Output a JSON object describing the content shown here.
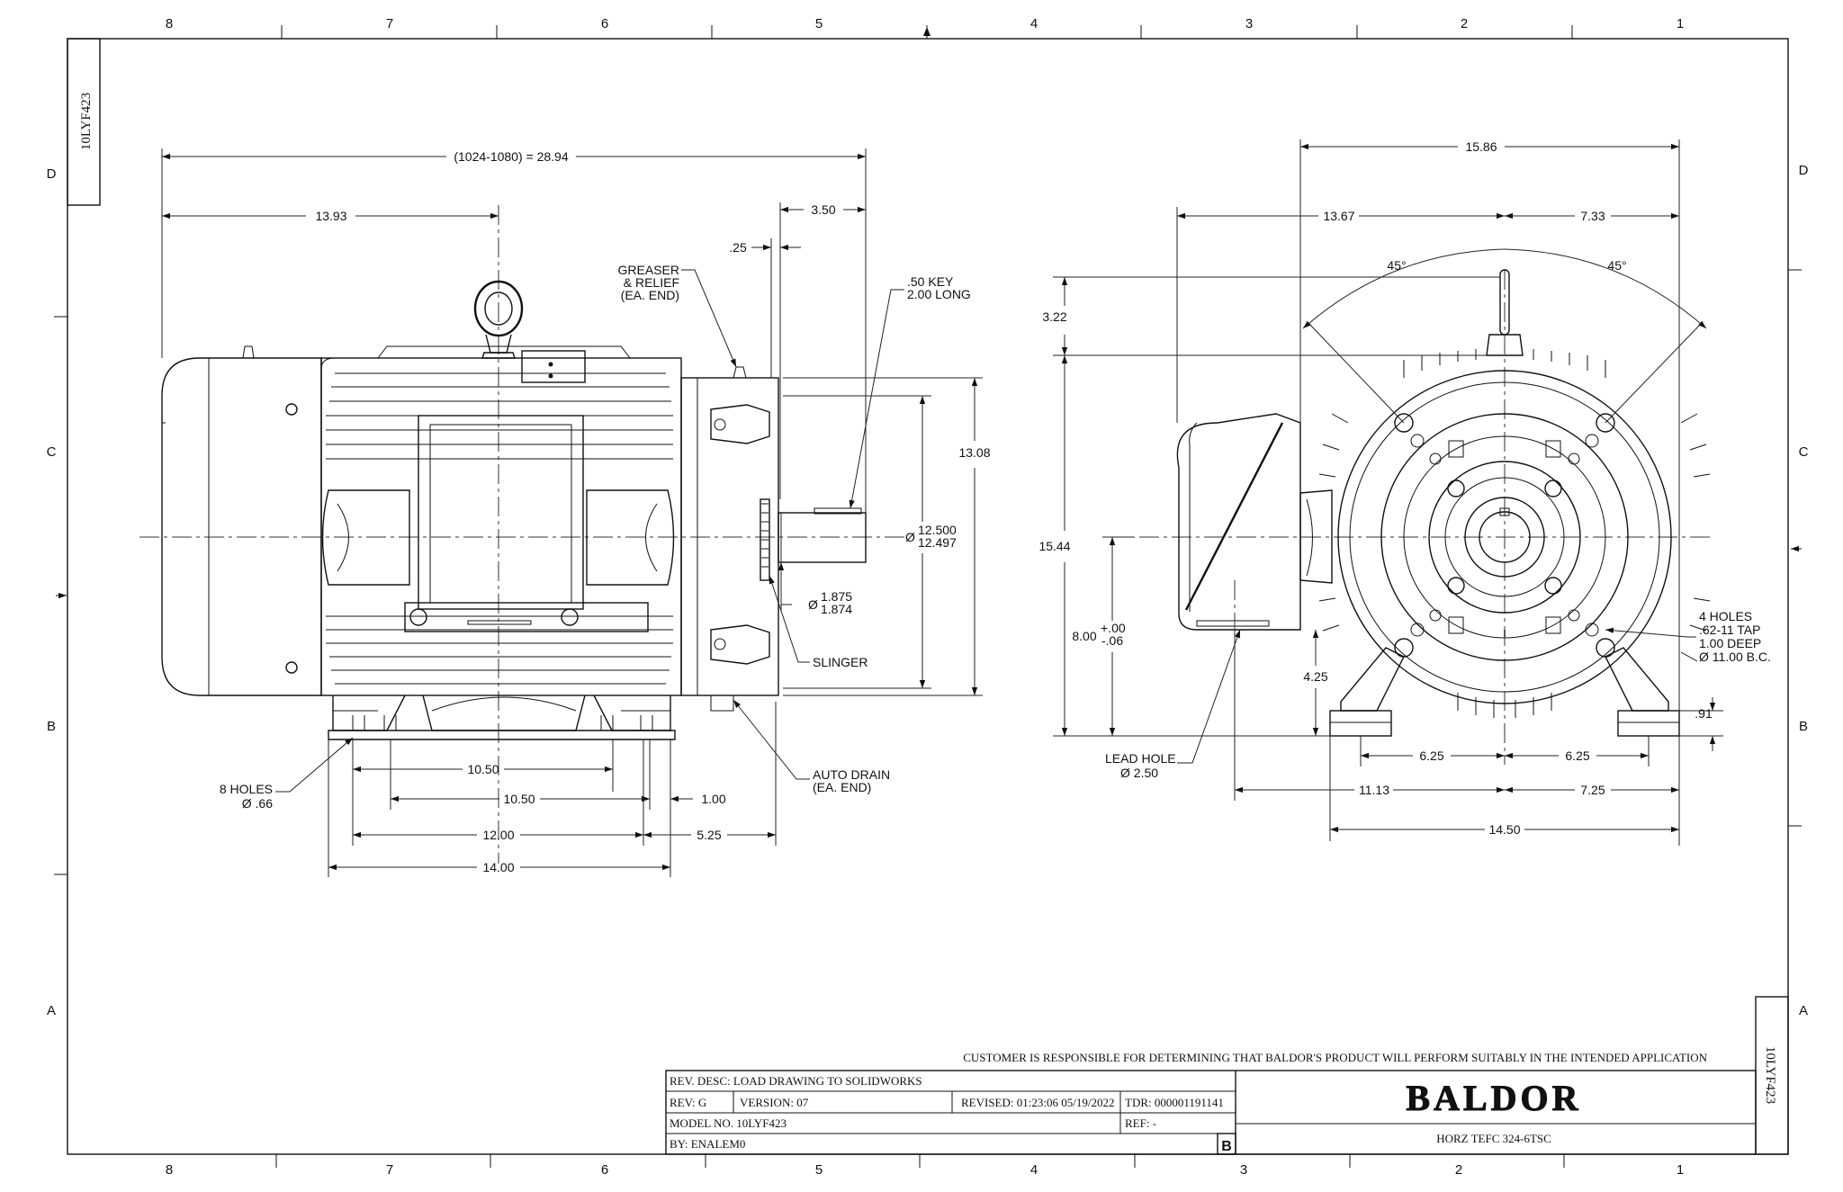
{
  "drawing_number": "10LYF423",
  "zones": {
    "columns_top": [
      "8",
      "7",
      "6",
      "5",
      "4",
      "3",
      "2",
      "1"
    ],
    "columns_bottom": [
      "8",
      "7",
      "6",
      "5",
      "4",
      "3",
      "2",
      "1"
    ],
    "rows": [
      "D",
      "C",
      "B",
      "A"
    ]
  },
  "side_view": {
    "overall_length": "(1024-1080) = 28.94",
    "dim_13_93": "13.93",
    "dim_3_50": "3.50",
    "dim_0_25": ".25",
    "dim_13_08": "13.08",
    "pilot_dia_upper": "12.500",
    "pilot_dia_lower": "12.497",
    "shaft_dia_upper": "1.875",
    "shaft_dia_lower": "1.874",
    "dim_10_50_a": "10.50",
    "dim_10_50_b": "10.50",
    "dim_1_00": "1.00",
    "dim_12_00": "12.00",
    "dim_5_25": "5.25",
    "dim_14_00": "14.00",
    "greaser_label": [
      "GREASER",
      "& RELIEF",
      "(EA. END)"
    ],
    "key_label": [
      ".50 KEY",
      "2.00 LONG"
    ],
    "slinger_label": "SLINGER",
    "auto_drain_label": [
      "AUTO DRAIN",
      "(EA. END)"
    ],
    "holes_label": [
      "8 HOLES",
      "Ø .66"
    ]
  },
  "end_view": {
    "dim_15_86": "15.86",
    "dim_13_67": "13.67",
    "dim_7_33": "7.33",
    "angle_left": "45°",
    "angle_right": "45°",
    "dim_3_22": "3.22",
    "dim_15_44": "15.44",
    "dim_8_00": "8.00",
    "tol_plus": "+.00",
    "tol_minus": "-.06",
    "dim_4_25": "4.25",
    "dim_0_91": ".91",
    "dim_6_25_a": "6.25",
    "dim_6_25_b": "6.25",
    "dim_11_13": "11.13",
    "dim_7_25": "7.25",
    "dim_14_50": "14.50",
    "lead_hole_label": [
      "LEAD HOLE",
      "Ø 2.50"
    ],
    "tap_holes_label": [
      "4 HOLES",
      ".62-11 TAP",
      "1.00 DEEP",
      "Ø 11.00 B.C."
    ]
  },
  "title_block": {
    "disclaimer": "CUSTOMER IS RESPONSIBLE FOR DETERMINING THAT BALDOR'S PRODUCT WILL PERFORM SUITABLY IN THE INTENDED APPLICATION",
    "rev_desc": "REV. DESC: LOAD DRAWING TO SOLIDWORKS",
    "rev": "REV:  G",
    "version": "VERSION:  07",
    "revised": "REVISED:  01:23:06 05/19/2022",
    "tdr": "TDR: 000001191141",
    "model_no": "MODEL NO.  10LYF423",
    "ref": "REF:  -",
    "by": "BY: ENALEM0",
    "sheet_size": "B",
    "brand": "BALDOR",
    "description": "HORZ TEFC 324-6TSC"
  },
  "colors": {
    "ink": "#111111",
    "paper": "#ffffff"
  }
}
